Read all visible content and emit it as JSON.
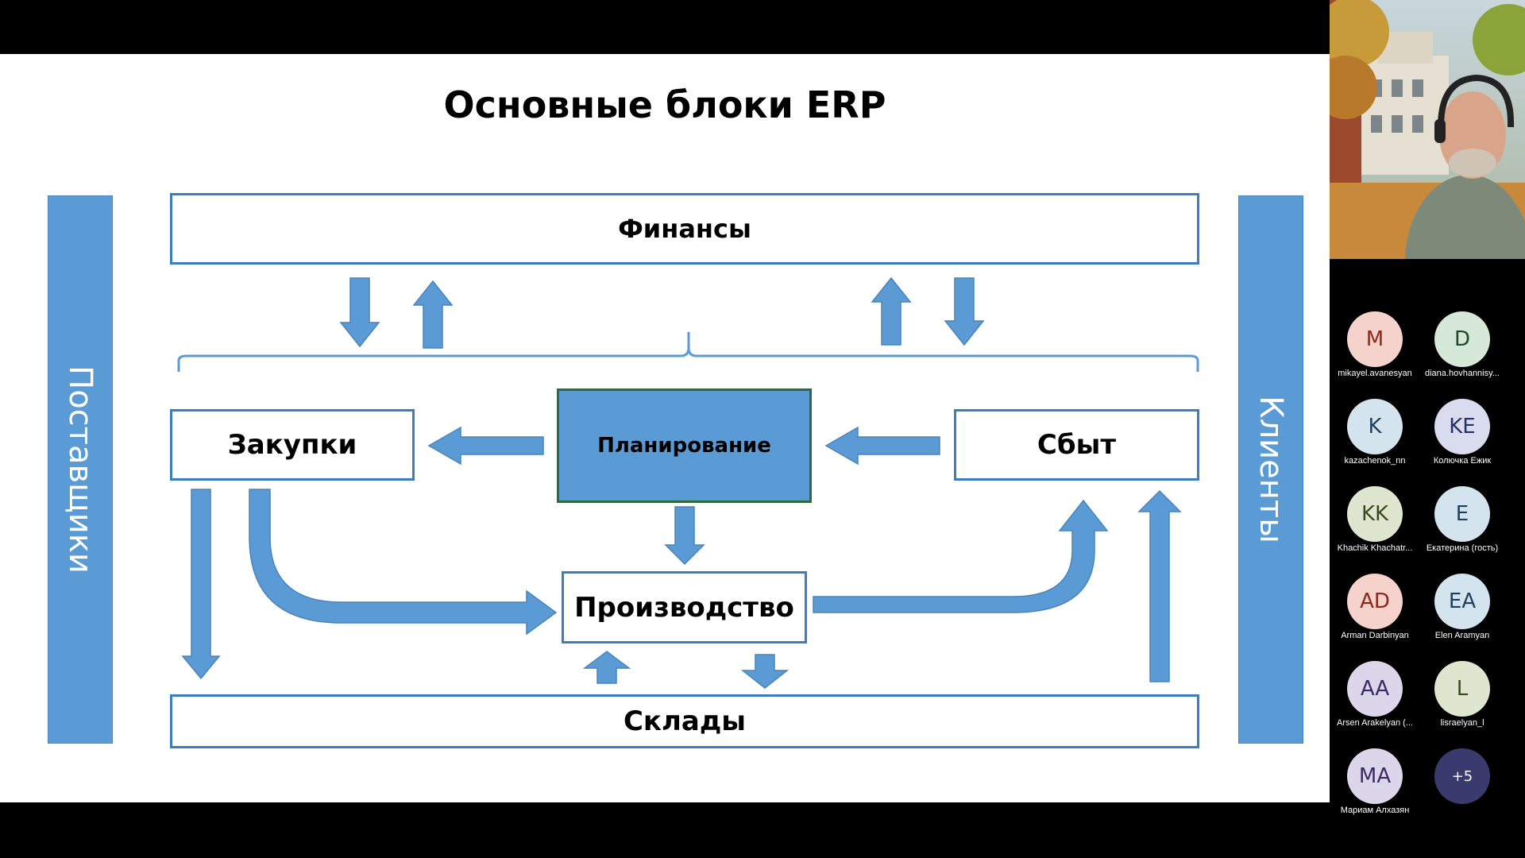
{
  "slide": {
    "title": "Основные блоки ERP",
    "suppliers_label": "Поставщики",
    "clients_label": "Клиенты",
    "finance_label": "Финансы",
    "purchasing_label": "Закупки",
    "planning_label": "Планирование",
    "sales_label": "Сбыт",
    "production_label": "Производство",
    "warehouses_label": "Склады",
    "colors": {
      "block_fill": "#5b9bd5",
      "box_border": "#3c7dc0",
      "planning_border": "#2e6b3c"
    }
  },
  "participants": [
    {
      "initials": "M",
      "name": "mikayel.avanesyan",
      "bg": "#f6d2cc",
      "fg": "#8a2a1a"
    },
    {
      "initials": "D",
      "name": "diana.hovhannisy...",
      "bg": "#d6e8d8",
      "fg": "#1f4a2a"
    },
    {
      "initials": "K",
      "name": "kazachenok_nn",
      "bg": "#d4e4ee",
      "fg": "#1f3f5a"
    },
    {
      "initials": "KE",
      "name": "Колючка Ежик",
      "bg": "#d9dcef",
      "fg": "#2a2f66"
    },
    {
      "initials": "KK",
      "name": "Khachik Khachatr...",
      "bg": "#dfe6d0",
      "fg": "#3a4a1f"
    },
    {
      "initials": "E",
      "name": "Екатерина (гость)",
      "bg": "#d4e4ee",
      "fg": "#1f3f5a"
    },
    {
      "initials": "AD",
      "name": "Arman Darbinyan",
      "bg": "#f6d2cc",
      "fg": "#8a2a1a"
    },
    {
      "initials": "EA",
      "name": "Elen Aramyan",
      "bg": "#d4e4ee",
      "fg": "#1f3f5a"
    },
    {
      "initials": "AA",
      "name": "Arsen Arakelyan (...",
      "bg": "#dcd6ea",
      "fg": "#3a2a66"
    },
    {
      "initials": "L",
      "name": "lisraelyan_l",
      "bg": "#dfe6d0",
      "fg": "#3a4a1f"
    },
    {
      "initials": "MA",
      "name": "Мариам Алхазян",
      "bg": "#dcd6ea",
      "fg": "#3a2a66"
    },
    {
      "initials": "+5",
      "name": "",
      "bg": "#3b3a6e",
      "fg": "#ffffff"
    }
  ]
}
